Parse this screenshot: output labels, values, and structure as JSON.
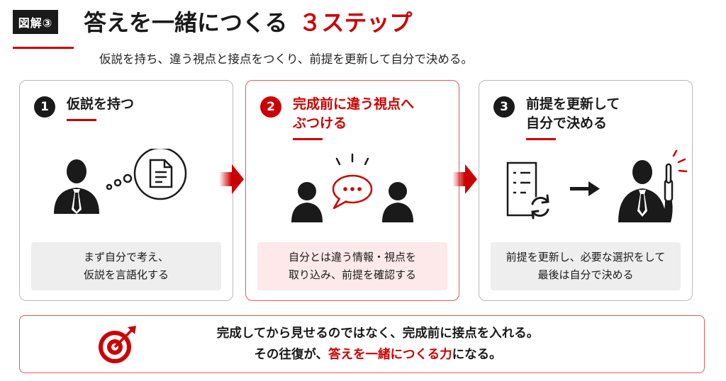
{
  "header": {
    "badge": "図解③",
    "title_main": "答えを一緒につくる",
    "title_accent": "３ステップ",
    "subtitle": "仮説を持ち、違う視点と接点をつくり、前提を更新して自分で決める。"
  },
  "steps": [
    {
      "number": "1",
      "title_line1": "仮説を持つ",
      "title_line2": "",
      "desc_line1": "まず自分で考え、",
      "desc_line2": "仮説を言語化する"
    },
    {
      "number": "2",
      "title_line1": "完成前に違う視点へ",
      "title_line2": "ぶつける",
      "desc_line1": "自分とは違う情報・視点を",
      "desc_line2": "取り込み、前提を確認する"
    },
    {
      "number": "3",
      "title_line1": "前提を更新して",
      "title_line2": "自分で決める",
      "desc_line1": "前提を更新し、必要な選択をして",
      "desc_line2": "最後は自分で決める"
    }
  ],
  "conclusion": {
    "line1": "完成してから見せるのではなく、完成前に接点を入れる。",
    "line2_before": "その往復が、",
    "line2_highlight": "答えを一緒につくる力",
    "line2_after": "になる。"
  },
  "icons": {
    "step1": [
      "person-icon",
      "thought-bubble-icon",
      "document-icon"
    ],
    "step2": [
      "person-icon",
      "speech-bubble-icon",
      "person-icon"
    ],
    "step3": [
      "checklist-icon",
      "refresh-icon",
      "arrow-right-icon",
      "person-pointing-icon"
    ],
    "conclusion": "target-icon"
  },
  "colors": {
    "accent": "#cc0000",
    "dark": "#1a1a1a",
    "panel_gray": "#eeeeee",
    "panel_pink": "#fde9e9"
  }
}
